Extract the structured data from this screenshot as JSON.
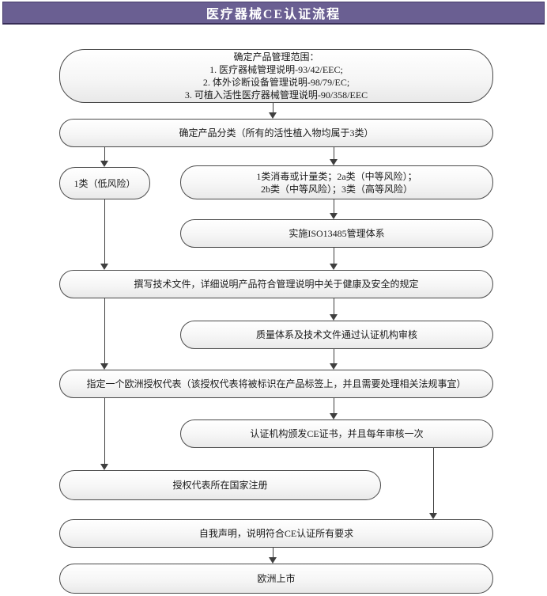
{
  "page": {
    "title": "医疗器械CE认证流程"
  },
  "colors": {
    "header_bg": "#6a5f92",
    "header_border": "#443968",
    "node_border": "#4a4a4a",
    "node_fill_top": "#ffffff",
    "node_fill_bottom": "#e9e9e9",
    "arrow": "#3f3f3f",
    "title_text": "#ffffff"
  },
  "nodes": {
    "scope": {
      "lines": [
        "确定产品管理范围：",
        "1. 医疗器械管理说明-93/42/EEC;",
        "2. 体外诊断设备管理说明-98/79/EC;",
        "3. 可植入活性医疗器械管理说明-90/358/EEC"
      ]
    },
    "classify": {
      "label": "确定产品分类（所有的活性植入物均属于3类）"
    },
    "class1": {
      "label": "1类（低风险）"
    },
    "class_other": {
      "lines": [
        "1类消毒或计量类；2a类（中等风险）；",
        "2b类（中等风险）；3类（高等风险）"
      ]
    },
    "iso": {
      "label": "实施ISO13485管理体系"
    },
    "techfile": {
      "label": "撰写技术文件，详细说明产品符合管理说明中关于健康及安全的规定"
    },
    "audit": {
      "label": "质量体系及技术文件通过认证机构审核"
    },
    "rep": {
      "label": "指定一个欧洲授权代表（该授权代表将被标识在产品标签上，并且需要处理相关法规事宜）"
    },
    "cert": {
      "label": "认证机构颁发CE证书，并且每年审核一次"
    },
    "register": {
      "label": "授权代表所在国家注册"
    },
    "declare": {
      "label": "自我声明，说明符合CE认证所有要求"
    },
    "launch": {
      "label": "欧洲上市"
    }
  }
}
